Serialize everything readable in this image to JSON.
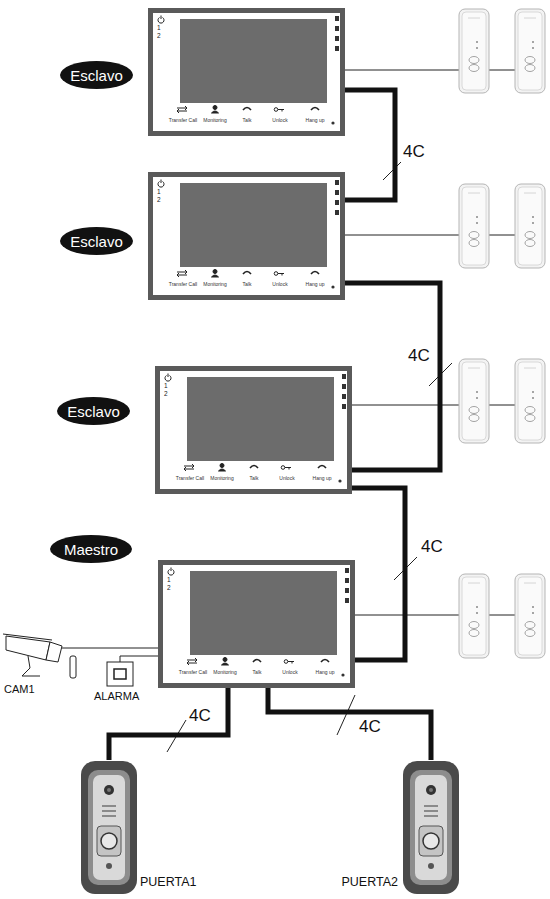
{
  "diagram": {
    "nodes": [
      {
        "text": [
          "1",
          "2",
          "Transfer Call",
          "Monitoring",
          "Talk",
          "Unlock",
          "Hang up"
        ]
      },
      {
        "text": [
          "Esclavo"
        ]
      },
      {
        "text": [
          "1",
          "2",
          "Transfer Call",
          "Monitoring",
          "Talk",
          "Unlock",
          "Hang up"
        ]
      },
      {
        "text": [
          "Esclavo"
        ]
      },
      {
        "text": [
          "1",
          "2",
          "Transfer Call",
          "Monitoring",
          "Talk",
          "Unlock",
          "Hang up"
        ]
      },
      {
        "text": [
          "Esclavo"
        ]
      },
      {
        "text": [
          "Maestro"
        ]
      },
      {
        "text": [
          "1",
          "2",
          "Transfer Call",
          "Monitoring",
          "Talk",
          "Unlock",
          "Hang up"
        ]
      },
      {
        "text": [
          "PUERTA1"
        ]
      },
      {
        "text": [
          "PUERTA2"
        ]
      }
    ],
    "edges": [
      {
        "from": 0,
        "to": 2,
        "label": "4C",
        "arrow": "none"
      },
      {
        "from": 2,
        "to": 4,
        "label": "4C",
        "arrow": "none"
      },
      {
        "from": 4,
        "to": 7,
        "label": "4C",
        "arrow": "none"
      },
      {
        "from": 7,
        "to": 8,
        "label": "4C",
        "arrow": "none"
      },
      {
        "from": 7,
        "to": 9,
        "label": "4C",
        "arrow": "none"
      }
    ],
    "labels": [
      "CAM1",
      "ALARMA"
    ]
  }
}
